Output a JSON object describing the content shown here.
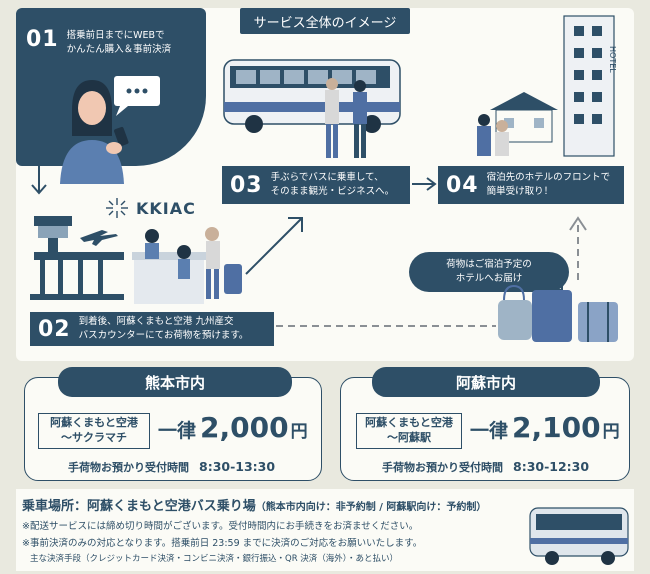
{
  "title": "サービス全体のイメージ",
  "steps": [
    {
      "num": "01",
      "lines": [
        "搭乗前日までにWEBで",
        "かんたん購入＆事前決済"
      ]
    },
    {
      "num": "02",
      "lines": [
        "到着後、阿蘇くまもと空港 九州産交",
        "バスカウンターにてお荷物を預けます。"
      ]
    },
    {
      "num": "03",
      "lines": [
        "手ぶらでバスに乗車して、",
        "そのまま観光・ビジネスへ。"
      ]
    },
    {
      "num": "04",
      "lines": [
        "宿泊先のホテルのフロントで",
        "簡単受け取り！"
      ]
    }
  ],
  "bubble": "荷物はご宿泊予定の\nホテルへお届け",
  "logo_text": "KKIAC",
  "hotel_sign": "HOTEL",
  "cards": [
    {
      "tab": "熊本市内",
      "route": [
        "阿蘇くまもと空港",
        "～サクラマチ"
      ],
      "price_prefix": "一律",
      "price": "2,000",
      "price_unit": "円",
      "hours_label": "手荷物お預かり受付時間",
      "hours": "8:30-13:30"
    },
    {
      "tab": "阿蘇市内",
      "route": [
        "阿蘇くまもと空港",
        "～阿蘇駅"
      ],
      "price_prefix": "一律",
      "price": "2,100",
      "price_unit": "円",
      "hours_label": "手荷物お預かり受付時間",
      "hours": "8:30-12:30"
    }
  ],
  "boarding": {
    "heading": "乗車場所：阿蘇くまもと空港バス乗り場",
    "heading_note": "（熊本市内向け：非予約制 / 阿蘇駅向け：予約制）",
    "notes": [
      "※配送サービスには締め切り時間がございます。受付時間内にお手続きをお済ませください。",
      "※事前決済のみの対応となります。搭乗前日 23:59 までに決済のご対応をお願いいたします。",
      "主な決済手段（クレジットカード決済・コンビニ決済・銀行振込・QR 決済（海外）・あと払い）"
    ]
  },
  "colors": {
    "primary": "#2e4f67",
    "background": "#e9e9df",
    "panel": "#fbfbf6",
    "accent": "#4f6fa3"
  }
}
